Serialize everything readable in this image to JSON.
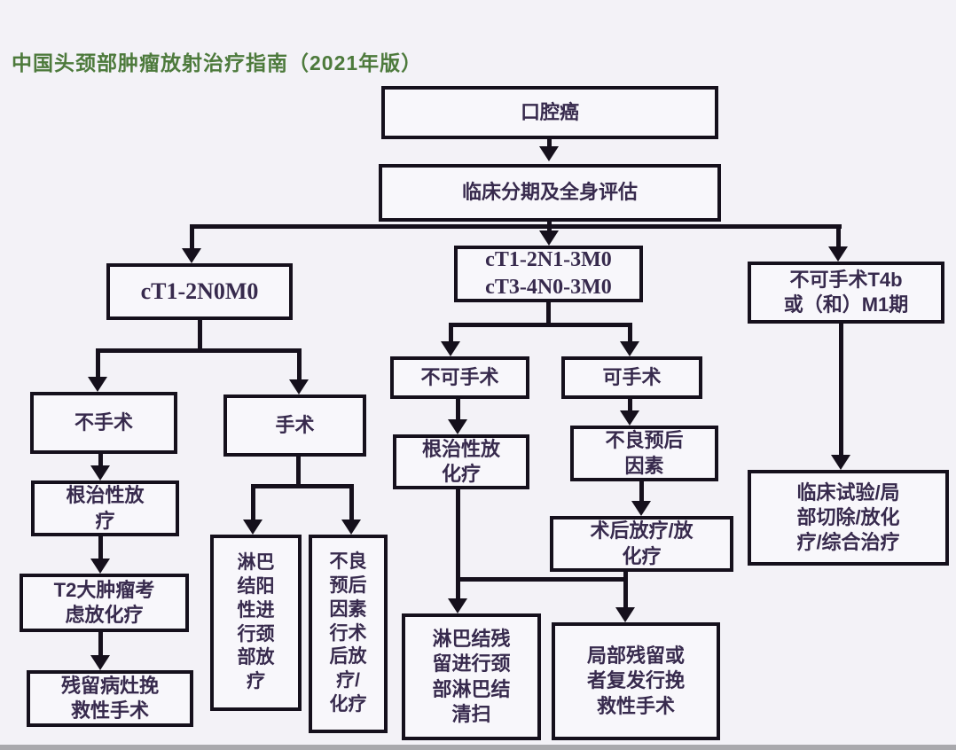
{
  "page": {
    "title": "中国头颈部肿瘤放射治疗指南（2021年版）"
  },
  "colors": {
    "title_green": "#4d7a3c",
    "line_black": "#15101c",
    "node_text": "#372a4d",
    "background": "#f3f2f7"
  },
  "nodes": {
    "oral_cancer": {
      "label": "口腔癌"
    },
    "staging": {
      "label": "临床分期及全身评估"
    },
    "stage_early": {
      "label": "cT1-2N0M0"
    },
    "stage_mid": {
      "label": "cT1-2N1-3M0\ncT3-4N0-3M0"
    },
    "stage_adv": {
      "label": "不可手术T4b\n或（和）M1期"
    },
    "no_surgery": {
      "label": "不手术"
    },
    "surgery": {
      "label": "手术"
    },
    "inoperable": {
      "label": "不可手术"
    },
    "operable": {
      "label": "可手术"
    },
    "radical_rt": {
      "label": "根治性放\n疗"
    },
    "t2_crt": {
      "label": "T2大肿瘤考\n虑放化疗"
    },
    "salvage_residual": {
      "label": "残留病灶挽\n救性手术"
    },
    "ln_positive_rt": {
      "label": "淋巴\n结阳\n性进\n行颈\n部放\n疗"
    },
    "poor_postop_rt": {
      "label": "不良\n预后\n因素\n行术\n后放\n疗/\n化疗"
    },
    "radical_crt": {
      "label": "根治性放\n化疗"
    },
    "ln_residual_dissection": {
      "label": "淋巴结残\n留进行颈\n部淋巴结\n清扫"
    },
    "poor_prognosis": {
      "label": "不良预后\n因素"
    },
    "postop_rt_crt": {
      "label": "术后放疗/放\n化疗"
    },
    "local_recur_salvage": {
      "label": "局部残留或\n者复发行挽\n救性手术"
    },
    "trial_comprehensive": {
      "label": "临床试验/局\n部切除/放化\n疗/综合治疗"
    }
  }
}
